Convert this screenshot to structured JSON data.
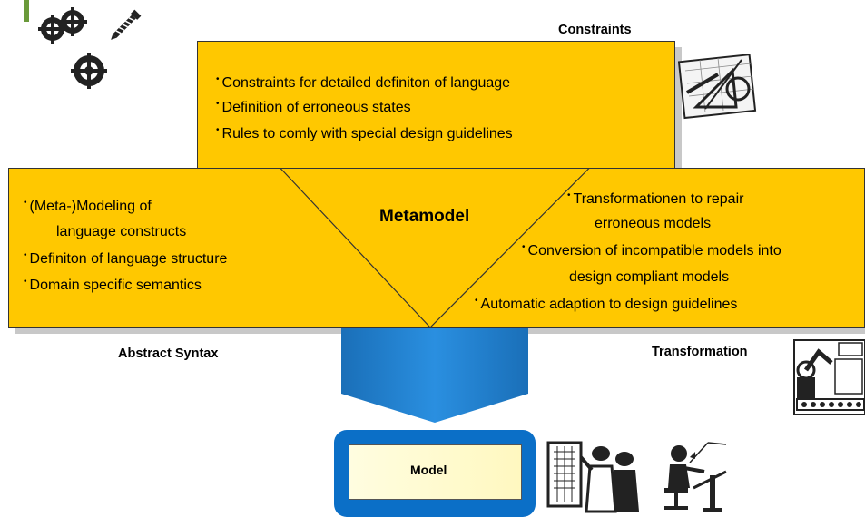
{
  "constraints": {
    "title": "Constraints",
    "items": [
      "Constraints for detailed definiton of language",
      "Definition of erroneous states",
      "Rules to comly with special design guidelines"
    ]
  },
  "metamodel": {
    "title": "Metamodel"
  },
  "abstract_syntax": {
    "title": "Abstract Syntax",
    "item1_line1": "(Meta-)Modeling of",
    "item1_line2": "language constructs",
    "item2": "Definiton of language structure",
    "item3": "Domain specific semantics"
  },
  "transformation": {
    "title": "Transformation",
    "item1_line1": "Transformationen to repair",
    "item1_line2": "erroneous models",
    "item2_line1": "Conversion of incompatible models into",
    "item2_line2": "design compliant models",
    "item3": "Automatic adaption to design guidelines"
  },
  "model": {
    "label": "Model"
  },
  "colors": {
    "box": "#FFC800",
    "arrow": "#1E7FC8",
    "model_border": "#0B6FC7",
    "model_fill": "#FFFCD0"
  },
  "icons": [
    "gears-icon",
    "screw-icon",
    "drafting-tools-icon",
    "robot-machine-icon",
    "engineers-icon",
    "drafter-icon"
  ]
}
